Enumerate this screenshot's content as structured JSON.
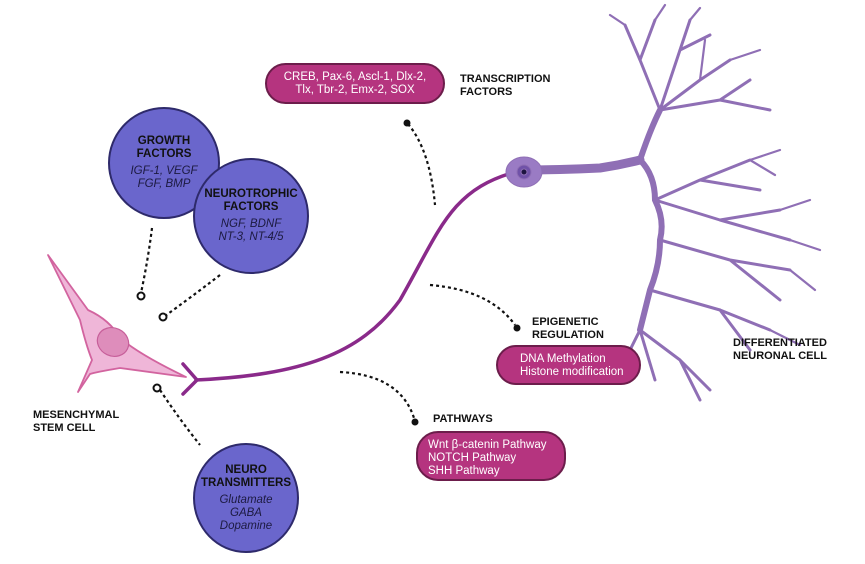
{
  "colors": {
    "circle_fill": "#6a66cc",
    "circle_border": "#2e2a6b",
    "pill_fill": "#b5347f",
    "pill_border": "#6c1d4b",
    "neuron": "#8f6fb5",
    "stem_cell": "#e8a6cd",
    "axon": "#8a2a8a"
  },
  "nodes": {
    "growth_factors": {
      "title": [
        "GROWTH",
        "FACTORS"
      ],
      "items": [
        "IGF-1, VEGF",
        "FGF,  BMP"
      ]
    },
    "neurotrophic_factors": {
      "title": [
        "NEUROTROPHIC",
        "FACTORS"
      ],
      "items": [
        "NGF, BDNF",
        "NT-3, NT-4/5"
      ]
    },
    "neurotransmitters": {
      "title": [
        "NEURO",
        "TRANSMITTERS"
      ],
      "items": [
        "Glutamate",
        "GABA",
        "Dopamine"
      ]
    }
  },
  "boxes": {
    "transcription_factors": {
      "label": [
        "TRANSCRIPTION",
        "FACTORS"
      ],
      "items": [
        "CREB, Pax-6, Ascl-1, Dlx-2,",
        "Tlx, Tbr-2, Emx-2, SOX"
      ]
    },
    "epigenetic_regulation": {
      "label": [
        "EPIGENETIC",
        "REGULATION"
      ],
      "items": [
        "DNA Methylation",
        "Histone modification"
      ]
    },
    "pathways": {
      "label": [
        "PATHWAYS"
      ],
      "items": [
        "Wnt β-catenin Pathway",
        "NOTCH Pathway",
        "SHH Pathway"
      ]
    }
  },
  "cells": {
    "stem_cell": {
      "label": [
        "MESENCHYMAL",
        "STEM CELL"
      ]
    },
    "neuron": {
      "label": [
        "DIFFERENTIATED",
        "NEURONAL CELL"
      ]
    }
  }
}
